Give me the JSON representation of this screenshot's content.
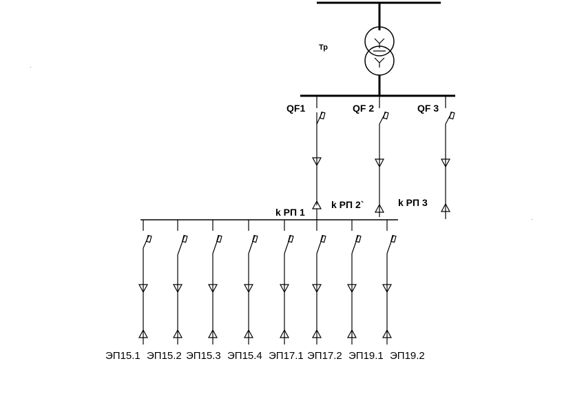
{
  "transformer": {
    "label": "Тр"
  },
  "breakers": [
    {
      "label": "QF1"
    },
    {
      "label": "QF 2"
    },
    {
      "label": "QF 3"
    }
  ],
  "panels": [
    {
      "label": "k РП 1"
    },
    {
      "label": "k РП 2`"
    },
    {
      "label": "k РП 3"
    }
  ],
  "consumers": [
    {
      "label": "ЭП15.1"
    },
    {
      "label": "ЭП15.2"
    },
    {
      "label": "ЭП15.3"
    },
    {
      "label": "ЭП15.4"
    },
    {
      "label": "ЭП17.1"
    },
    {
      "label": "ЭП17.2"
    },
    {
      "label": "ЭП19.1"
    },
    {
      "label": "ЭП19.2"
    }
  ]
}
